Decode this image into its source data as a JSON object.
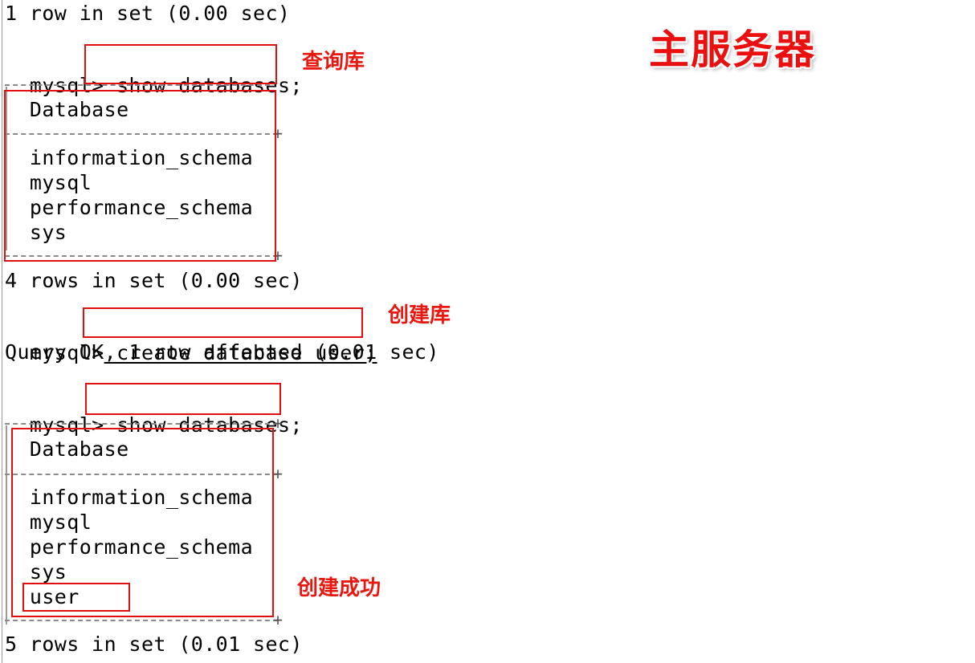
{
  "title": "主服务器",
  "annotations": {
    "query_db": "查询库",
    "create_db": "创建库",
    "create_success": "创建成功"
  },
  "terminal": {
    "line_result_1": "1 row in set (0.00 sec)",
    "prompt": "mysql>",
    "cmd_show_1": " show databases;",
    "table1": {
      "header": "Database",
      "rows": [
        "information_schema",
        "mysql",
        "performance_schema",
        "sys"
      ],
      "footer": "4 rows in set (0.00 sec)"
    },
    "cmd_create": " create database user;",
    "create_result": "Query OK, 1 row affected (0.01 sec)",
    "cmd_show_2": " show databases;",
    "table2": {
      "header": "Database",
      "rows": [
        "information_schema",
        "mysql",
        "performance_schema",
        "sys",
        "user"
      ],
      "footer": "5 rows in set (0.01 sec)"
    }
  }
}
